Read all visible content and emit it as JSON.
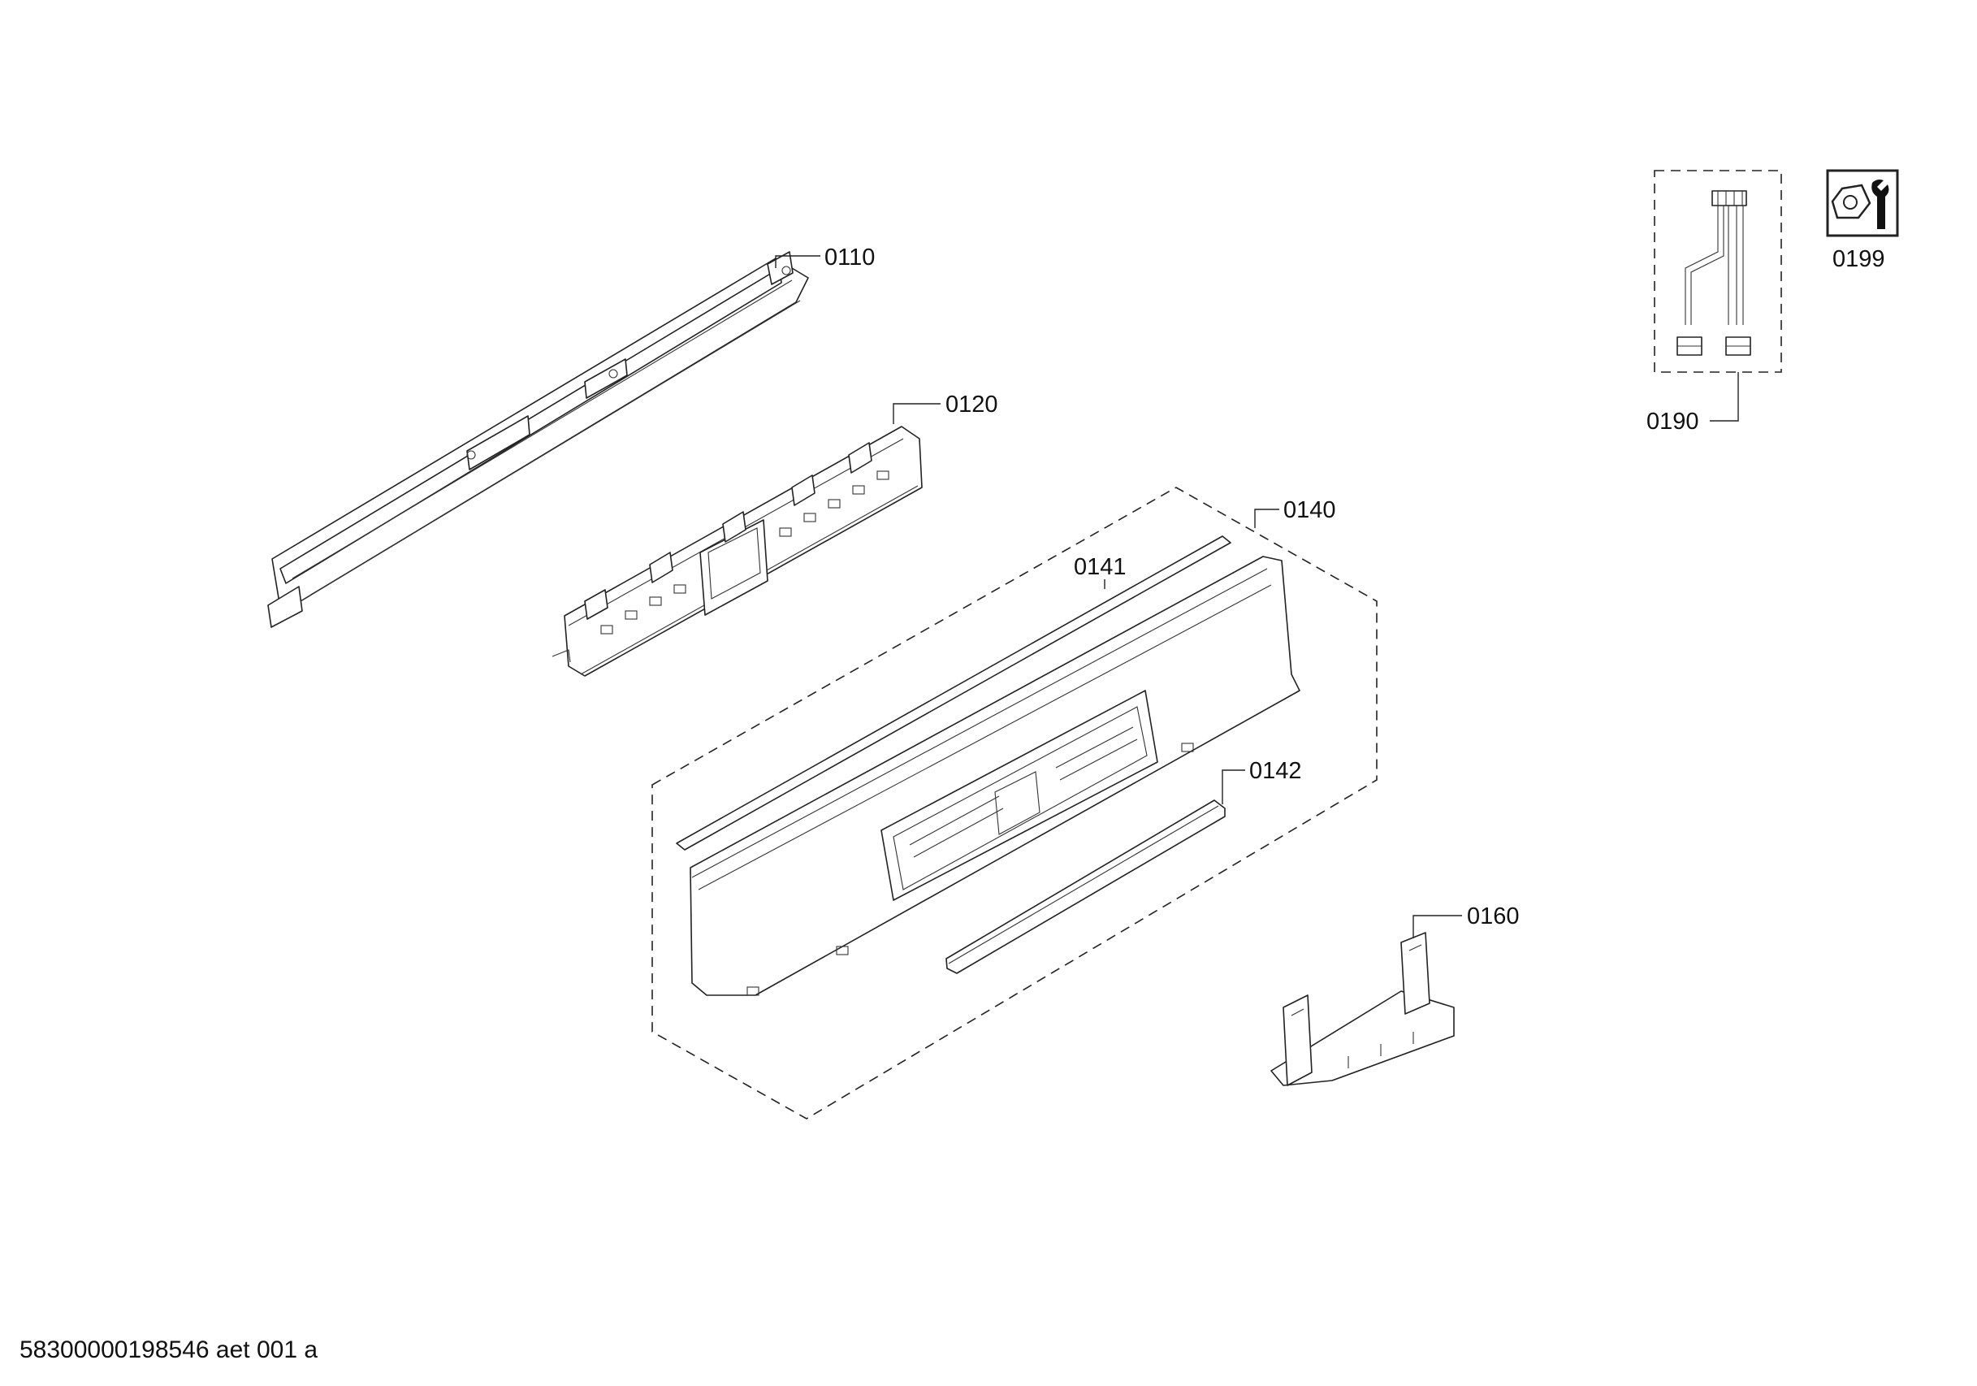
{
  "diagram": {
    "document_id": "58300000198546 aet 001 a",
    "callouts": [
      {
        "key": "p0110",
        "text": "0110"
      },
      {
        "key": "p0120",
        "text": "0120"
      },
      {
        "key": "p0140",
        "text": "0140"
      },
      {
        "key": "p0141",
        "text": "0141"
      },
      {
        "key": "p0142",
        "text": "0142"
      },
      {
        "key": "p0160",
        "text": "0160"
      },
      {
        "key": "p0190",
        "text": "0190"
      },
      {
        "key": "p0199",
        "text": "0199"
      }
    ]
  }
}
